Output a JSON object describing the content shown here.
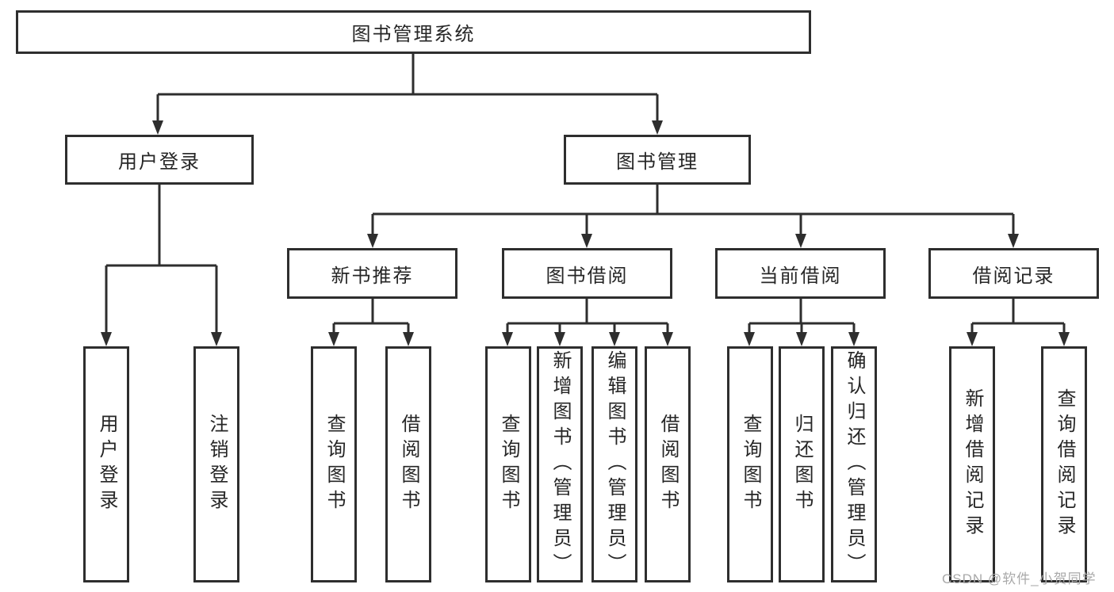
{
  "tree": {
    "label": "图书管理系统",
    "children": [
      {
        "label": "用户登录",
        "children": [
          {
            "label": "用户登录"
          },
          {
            "label": "注销登录"
          }
        ]
      },
      {
        "label": "图书管理",
        "children": [
          {
            "label": "新书推荐",
            "children": [
              {
                "label": "查询图书"
              },
              {
                "label": "借阅图书"
              }
            ]
          },
          {
            "label": "图书借阅",
            "children": [
              {
                "label": "查询图书"
              },
              {
                "label": "新增图书（管理员）"
              },
              {
                "label": "编辑图书（管理员）"
              },
              {
                "label": "借阅图书"
              }
            ]
          },
          {
            "label": "当前借阅",
            "children": [
              {
                "label": "查询图书"
              },
              {
                "label": "归还图书"
              },
              {
                "label": "确认归还（管理员）"
              }
            ]
          },
          {
            "label": "借阅记录",
            "children": [
              {
                "label": "新增借阅记录"
              },
              {
                "label": "查询借阅记录"
              }
            ]
          }
        ]
      }
    ]
  },
  "watermark": {
    "text": "CSDN @软件_小贺同学"
  },
  "colors": {
    "line": "#2e2e2e",
    "text": "#262626",
    "background": "#ffffff",
    "watermark": "#a9a9a9"
  }
}
